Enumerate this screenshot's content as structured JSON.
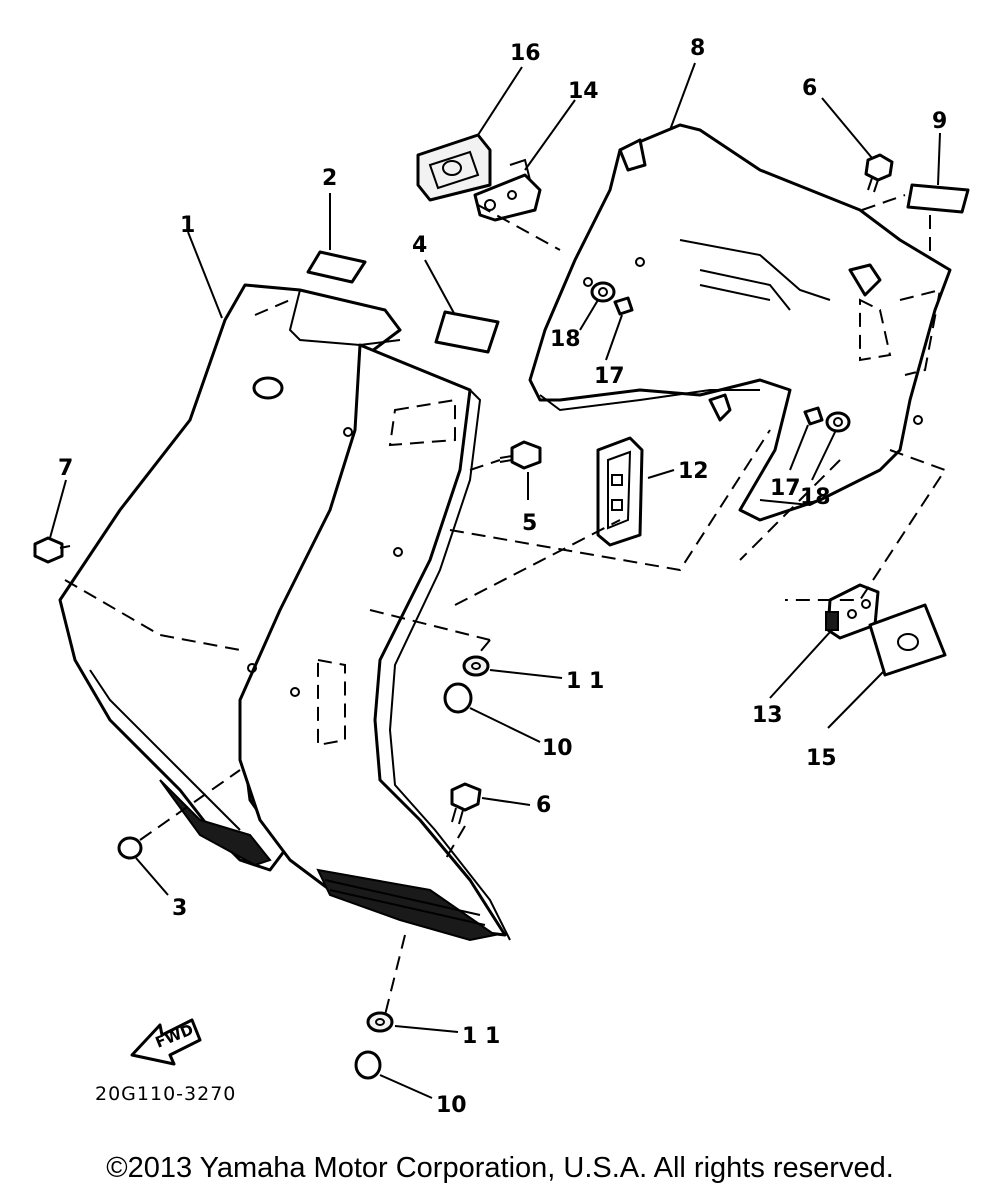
{
  "callouts": {
    "c1": "1",
    "c2": "2",
    "c3": "3",
    "c4": "4",
    "c5": "5",
    "c6a": "6",
    "c6b": "6",
    "c7": "7",
    "c8": "8",
    "c9": "9",
    "c10a": "10",
    "c10b": "10",
    "c11a": "1 1",
    "c11b": "1 1",
    "c12": "12",
    "c13": "13",
    "c14": "14",
    "c15": "15",
    "c16": "16",
    "c17a": "17",
    "c17b": "17",
    "c18a": "18",
    "c18b": "18"
  },
  "fwd_label": "FWD",
  "diagram_code": "20G110-3270",
  "copyright": "©2013 Yamaha Motor Corporation, U.S.A. All rights reserved."
}
